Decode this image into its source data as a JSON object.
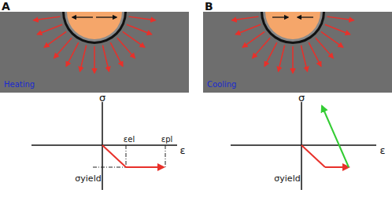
{
  "diagram": {
    "labels": [
      "A",
      "B",
      "Heating",
      "Cooling",
      "σ",
      "εel",
      "εpl",
      "ε",
      "σyield",
      "σ",
      "ε",
      "σyield"
    ]
  }
}
